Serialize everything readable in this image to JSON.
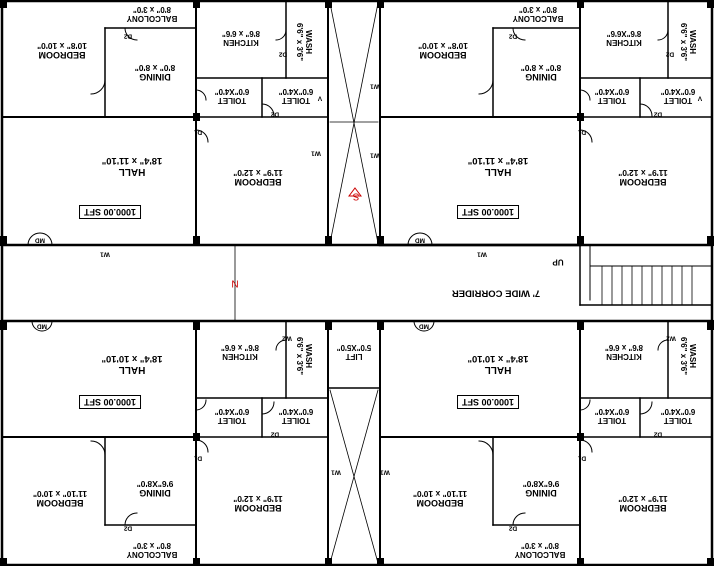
{
  "area": "1000.00 SFT",
  "rooms": {
    "bedroom_a": {
      "name": "BEDROOM",
      "dim": "10'8\" x 10'0\""
    },
    "bedroom_b": {
      "name": "BEDROOM",
      "dim": "11'10\" x 10'0\""
    },
    "bedroom_c": {
      "name": "BEDROOM",
      "dim": "11'9\" x 12'0\""
    },
    "hall_top": {
      "name": "HALL",
      "dim": "18'4\" x 11'10\""
    },
    "hall_bottom": {
      "name": "HALL",
      "dim": "18'4\" x 10'10\""
    },
    "dining_a": {
      "name": "DINING",
      "dim": "8'0\" x 8'0\""
    },
    "dining_b": {
      "name": "DINING",
      "dim": "9'6\"X8'0\""
    },
    "balcony": {
      "name": "BALCOLONY",
      "dim": "8'0\" x 3'0\""
    },
    "kitchen_a": {
      "name": "KITCHEN",
      "dim": "8'6\" x 6'6\""
    },
    "kitchen_b": {
      "name": "KITCHEN",
      "dim": "8'6\"X6'6\""
    },
    "wash": {
      "name": "WASH",
      "dim": "6'6\" x 3'6\""
    },
    "toilet_a": {
      "name": "TOILET",
      "dim": "6'0\"X4'0\""
    },
    "toilet_b": {
      "name": "TOILET",
      "dim": "6'0\"X4'0\""
    },
    "lift": {
      "name": "LIFT",
      "dim": "5'0\"X5'0\""
    }
  },
  "corridor": "7' WIDE CORRIDER",
  "tags": {
    "d1": "D1",
    "d2": "D2",
    "w1": "W1",
    "w2": "W2",
    "md": "MD",
    "v": "V",
    "up": "UP"
  },
  "markers": {
    "s": "S",
    "n": "N"
  }
}
